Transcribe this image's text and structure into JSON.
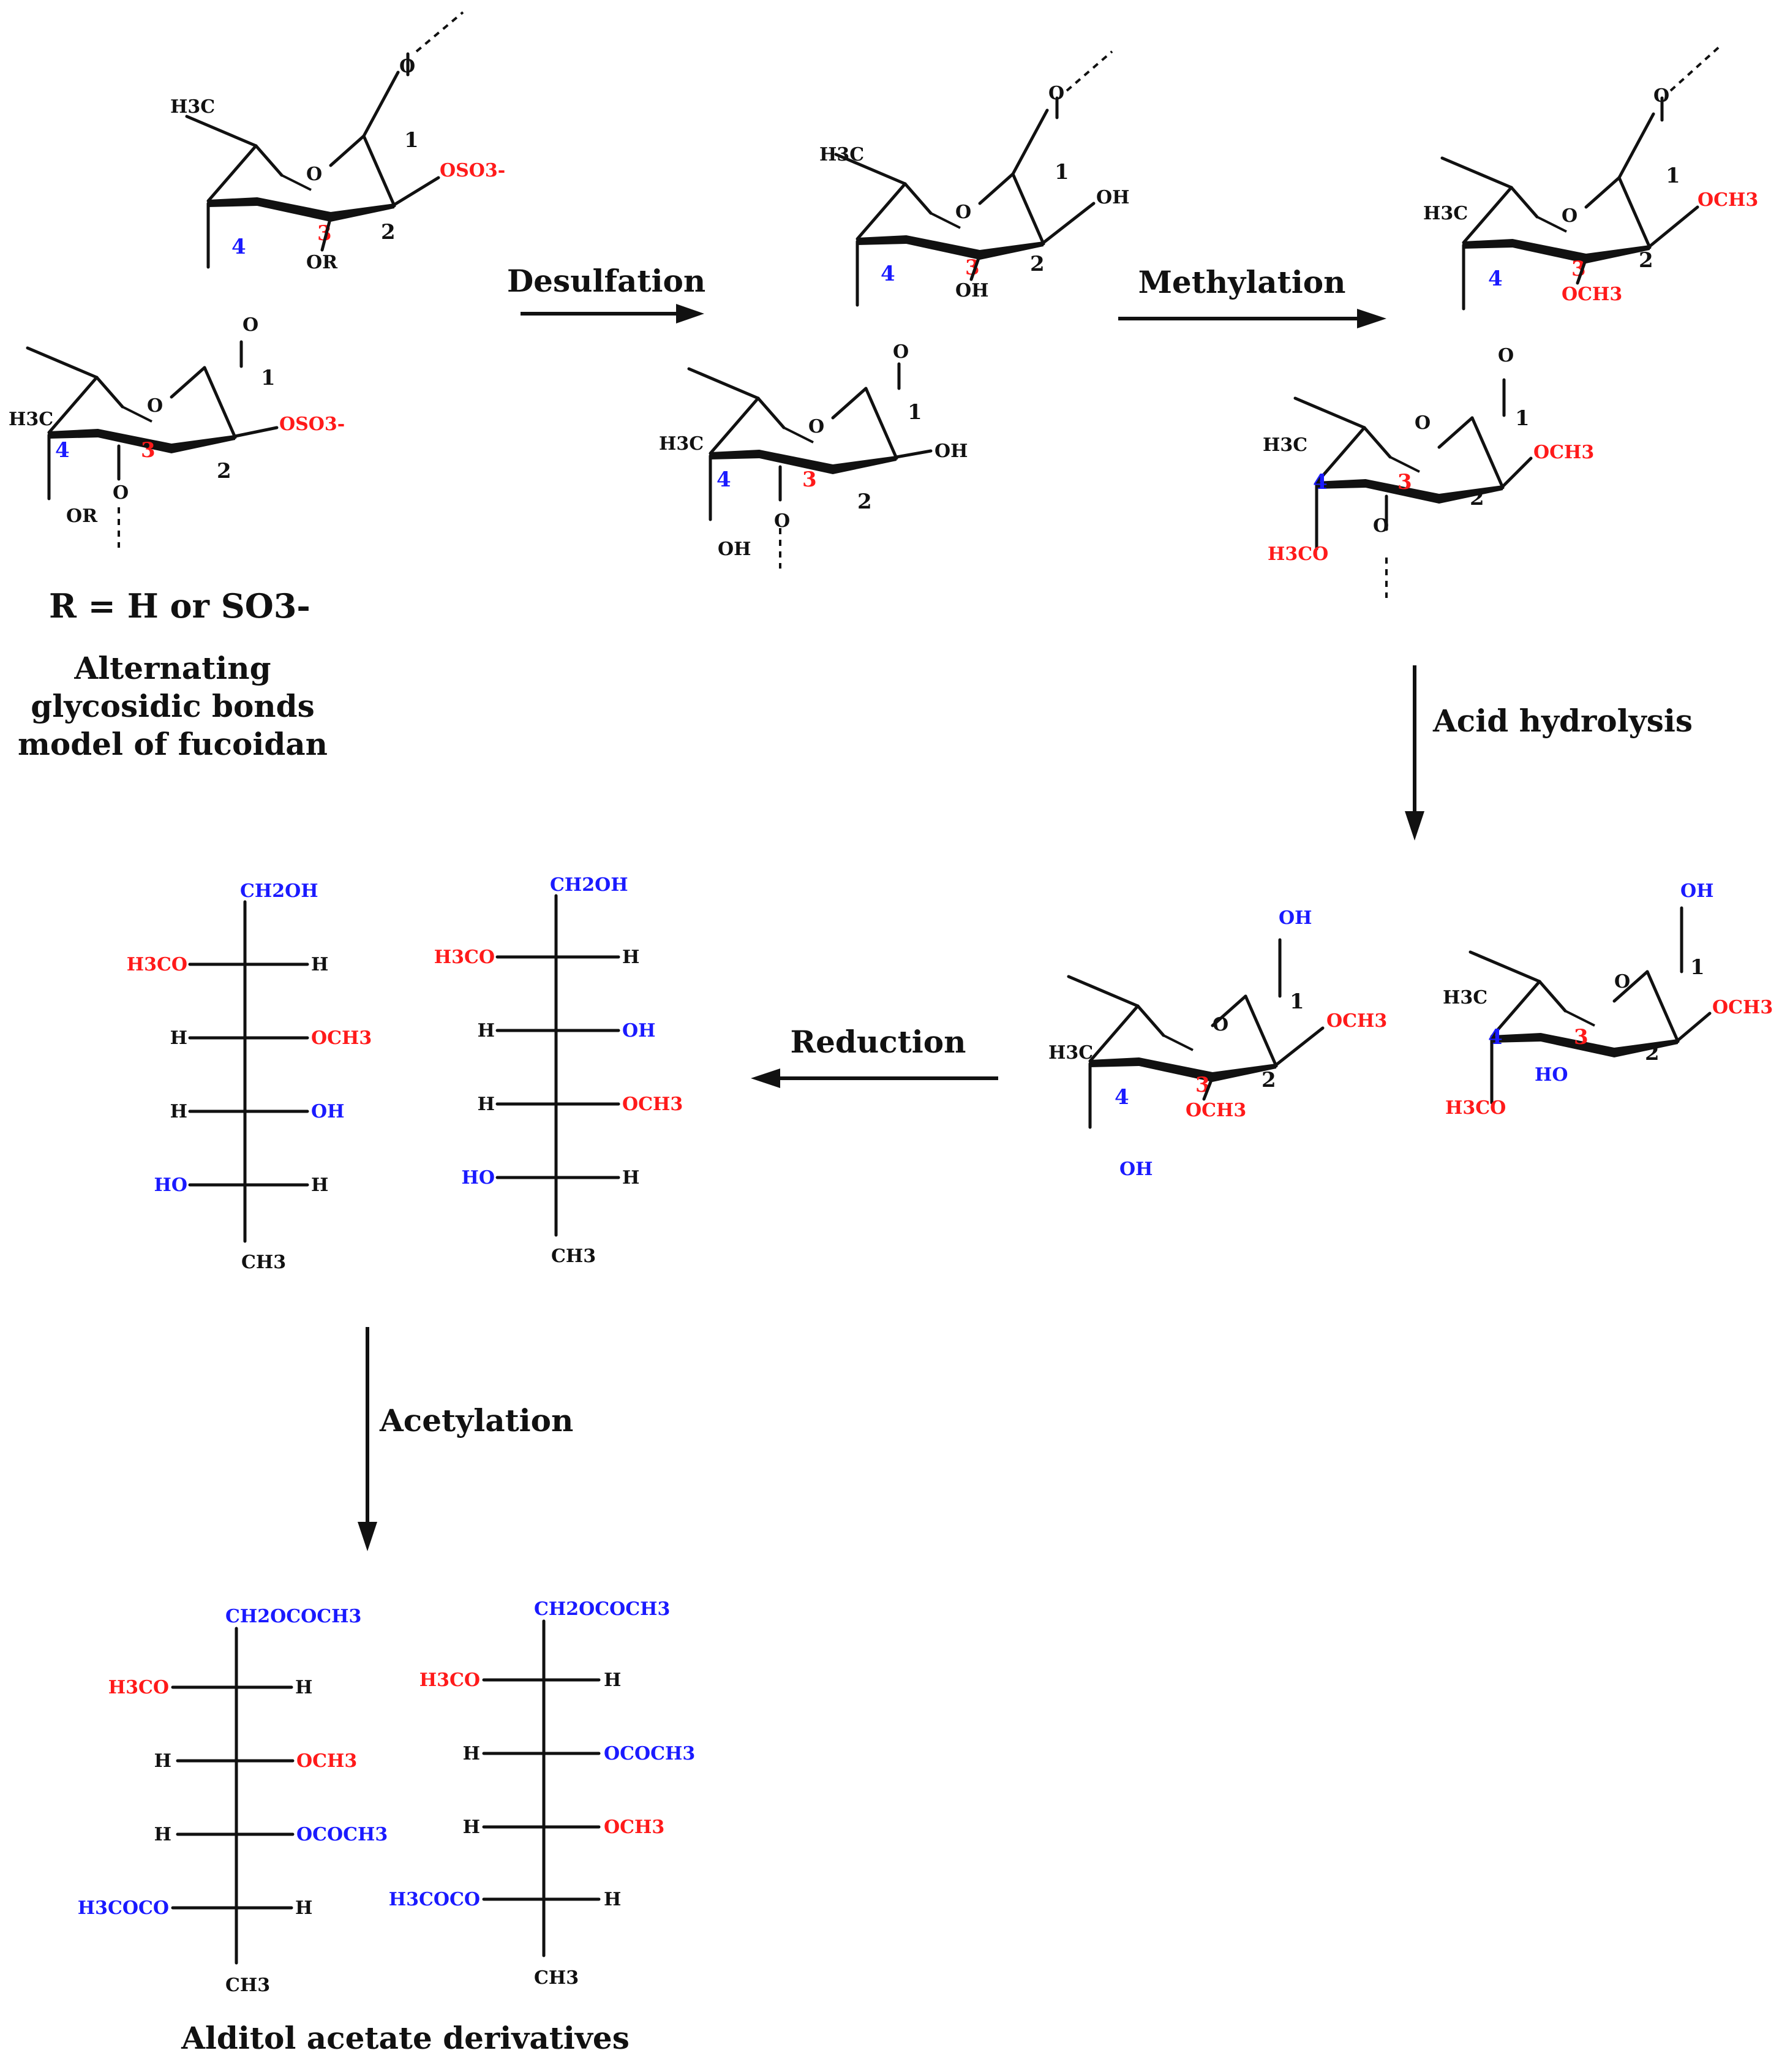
{
  "colors": {
    "text": "#111111",
    "highlight_red": "#ff1a1a",
    "highlight_blue": "#1a1aff",
    "background": "#ffffff"
  },
  "steps": {
    "desulfation": "Desulfation",
    "methylation": "Methylation",
    "acid_hydrolysis": "Acid hydrolysis",
    "reduction": "Reduction",
    "acetylation": "Acetylation"
  },
  "start": {
    "r_definition": "R = H or SO3-",
    "caption_lines": [
      "Alternating",
      "glycosidic bonds",
      "model of fucoidan"
    ],
    "top_ring": {
      "methyl": "H3C",
      "c2_sub": "OSO3-",
      "c3_sub": "OR",
      "c4_label": "4",
      "c3_label": "3",
      "c2_label": "2",
      "c1_label": "1",
      "ring_o": "O",
      "glyco_o": "O"
    },
    "bottom_ring": {
      "methyl": "H3C",
      "c2_sub": "OSO3-",
      "c4_sub": "OR",
      "c4_label": "4",
      "c3_label": "3",
      "c2_label": "2",
      "c1_label": "1",
      "ring_o": "O",
      "c3_o": "O"
    }
  },
  "desulfated": {
    "top_ring": {
      "methyl": "H3C",
      "c2_sub": "OH",
      "c3_sub": "OH",
      "c4_label": "4",
      "c3_label": "3",
      "c2_label": "2",
      "c1_label": "1",
      "ring_o": "O",
      "glyco_o": "O"
    },
    "bottom_ring": {
      "methyl": "H3C",
      "c2_sub": "OH",
      "c4_sub": "OH",
      "c4_label": "4",
      "c3_label": "3",
      "c2_label": "2",
      "c1_label": "1",
      "ring_o": "O",
      "c3_o": "O"
    }
  },
  "methylated": {
    "top_ring": {
      "methyl": "H3C",
      "c2_sub": "OCH3",
      "c3_sub": "OCH3",
      "c4_label": "4",
      "c3_label": "3",
      "c2_label": "2",
      "c1_label": "1",
      "ring_o": "O",
      "glyco_o": "O"
    },
    "bottom_ring": {
      "methyl": "H3C",
      "c2_sub": "OCH3",
      "c4_sub": "H3CO",
      "c4_label": "4",
      "c3_label": "3",
      "c2_label": "2",
      "c1_label": "1",
      "ring_o": "O",
      "c3_o": "O"
    }
  },
  "hydrolyzed": {
    "left": {
      "methyl": "H3C",
      "c1_sub": "OH",
      "c2_sub": "OCH3",
      "c3_sub": "OCH3",
      "c4_sub": "OH",
      "c4_label": "4",
      "c3_label": "3",
      "c2_label": "2",
      "c1_label": "1",
      "ring_o": "O"
    },
    "right": {
      "methyl": "H3C",
      "c1_sub": "OH",
      "c2_sub": "OCH3",
      "c3_sub": "HO",
      "c4_sub": "H3CO",
      "c4_label": "4",
      "c3_label": "3",
      "c2_label": "2",
      "c1_label": "1",
      "ring_o": "O"
    }
  },
  "alditols": {
    "left": {
      "top": "CH2OH",
      "bottom": "CH3",
      "rows": [
        {
          "left": "H3CO",
          "right": "H"
        },
        {
          "left": "H",
          "right": "OCH3"
        },
        {
          "left": "H",
          "right": "OH"
        },
        {
          "left": "HO",
          "right": "H"
        }
      ]
    },
    "right": {
      "top": "CH2OH",
      "bottom": "CH3",
      "rows": [
        {
          "left": "H3CO",
          "right": "H"
        },
        {
          "left": "H",
          "right": "OH"
        },
        {
          "left": "H",
          "right": "OCH3"
        },
        {
          "left": "HO",
          "right": "H"
        }
      ]
    }
  },
  "acetates": {
    "caption": "Alditol acetate derivatives",
    "left": {
      "top": "CH2OCOCH3",
      "bottom": "CH3",
      "rows": [
        {
          "left": "H3CO",
          "right": "H"
        },
        {
          "left": "H",
          "right": "OCH3"
        },
        {
          "left": "H",
          "right": "OCOCH3"
        },
        {
          "left": "H3COCO",
          "right": "H"
        }
      ]
    },
    "right": {
      "top": "CH2OCOCH3",
      "bottom": "CH3",
      "rows": [
        {
          "left": "H3CO",
          "right": "H"
        },
        {
          "left": "H",
          "right": "OCOCH3"
        },
        {
          "left": "H",
          "right": "OCH3"
        },
        {
          "left": "H3COCO",
          "right": "H"
        }
      ]
    }
  }
}
